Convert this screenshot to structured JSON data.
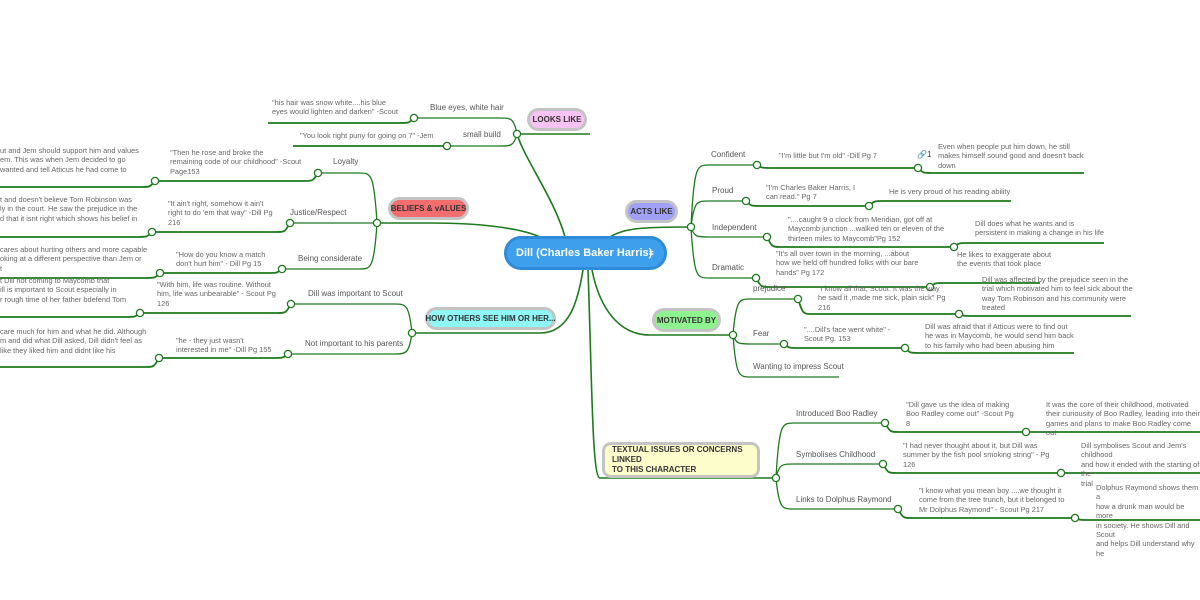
{
  "central": {
    "title": "Dill (Charles Baker Harris)",
    "icon": "note-icon"
  },
  "colors": {
    "line": "#1d7a1d",
    "central": "#3ea0ec",
    "looks": "#f6c3f2",
    "beliefs": "#f26d6d",
    "others": "#8ff6f6",
    "acts": "#a0a0f6",
    "motivated": "#8ef38e",
    "textual": "#fdfccb"
  },
  "topics": {
    "looks_like": {
      "label": "LOOKS LIKE",
      "branches": [
        {
          "label": "Blue eyes, white hair",
          "quote": "\"his hair was snow white....his blue\neyes would lighten and darken\" -Scout"
        },
        {
          "label": "small build",
          "quote": "\"You look right puny for going on 7\" -Jem"
        }
      ]
    },
    "beliefs": {
      "label": "BELIEFS & vALUES",
      "branches": [
        {
          "label": "Loyalty",
          "quote": "\"Then he rose and broke the\nremaining code of our childhood\" -Scout\nPage153",
          "note": "ut and Jem should support him and values\nem. This was when Jem decided to go\nwanted and tell Atticus he had come to"
        },
        {
          "label": "Justice/Respect",
          "quote": "\"It ain't right, somehow it ain't\nright to do 'em that way\" -Dill Pg\n216",
          "note": "t and doesn't believe Tom Robinson was\nly in the court. He saw the prejudice in the\nd that it isnt right which shows his belief in"
        },
        {
          "label": "Being considerate",
          "quote": "\"How do you know a match\ndon't hurt him\" - Dill Pg 15",
          "note": "cares about hurting others and more capable\noking at a different perspective than Jem or\nt"
        }
      ]
    },
    "others": {
      "label": "HOW OTHERS SEE HIM OR HER...",
      "branches": [
        {
          "label": "Dill was important to Scout",
          "quote": "\"With him, life was routine. Without\nhim, life was unbearable\" - Scout Pg\n126",
          "note": "t Dill not coming to Maycomb that\nill is important to Scout especially in\nr rough time of her father bdefend Tom"
        },
        {
          "label": "Not important to his parents",
          "quote": "\"he - they just wasn't\ninterested in me\" -Dill Pg 155",
          "note": "care much for him and what he did. Although\nm and did what Dill asked, Dill didn't feel as\nlike they liked him and didnt like his"
        }
      ]
    },
    "acts_like": {
      "label": "ACTS LIKE",
      "branches": [
        {
          "label": "Confident",
          "quote": "\"I'm little but I'm old\" -Dill Pg 7",
          "link_count": "1",
          "note": "Even when people put him down, he still\nmakes himself sound good and doesn't back\ndown"
        },
        {
          "label": "Proud",
          "quote": "\"I'm Charles Baker Harris, I\ncan read.\" Pg 7",
          "note": "He is very proud of his reading ability"
        },
        {
          "label": "Independent",
          "quote": "\"....caught 9 o clock from Meridian, got off at\nMaycomb junction ...walked ten or eleven of the\nthirteen miles to Maycomb\"Pg 152",
          "note": "Dill does what he wants and is\npersistent in making a change in his life"
        },
        {
          "label": "Dramatic",
          "quote": "\"It's all over town in the morning, ...about\nhow we held off hundred folks with our bare\nhands\" Pg 172",
          "note": "He likes to exaggerate about\nthe events that took place"
        }
      ]
    },
    "motivated_by": {
      "label": "MOTIVATED BY",
      "branches": [
        {
          "label": "prejudice",
          "quote": "\"I know all that, Scout. It was the way\nhe said it ,made me sick, plain sick\" Pg\n216",
          "note": "Dill was affected by the prejudice seen in the\ntrial which motivated him to feel sick about the\nway Tom Robinson and his community were\ntreated"
        },
        {
          "label": "Fear",
          "quote": "\"....Dill's face went white\" -\nScout Pg. 153",
          "note": "Dill was afraid that if Atticus were to find out\nhe was in Maycomb, he would send him back\nto his family who had been abusing him"
        },
        {
          "label": "Wanting to impress Scout"
        }
      ]
    },
    "textual": {
      "label": "TEXTUAL ISSUES OR CONCERNS LINKED\nTO THIS CHARACTER",
      "branches": [
        {
          "label": "Introduced Boo Radley",
          "quote": "\"Dill gave us the idea of making\nBoo Radley come out\" -Scout Pg\n8",
          "note": "It was the core of their childhood, motivated\ntheir curiousity of Boo Radley, leading into their\ngames and plans to make Boo Radley come out"
        },
        {
          "label": "Symbolises Childhood",
          "quote": "\"I had never thought about it, but Dill was\nsummer by the fish pool smoking string\" - Pg\n126",
          "note": "Dill symbolises Scout and Jem's childhood\nand how it ended with the starting of the\ntrial"
        },
        {
          "label": "Links to Dolphus Raymond",
          "quote": "\"I know what you mean boy ....we thought it\ncome from the tree trunch, but it belonged to\nMr Dolphus Raymond\" - Scout Pg 217",
          "note": "Dolphus Raymond shows them a\nhow a drunk man would be more\nin society. He shows Dill and Scout\nand helps Dill understand why he"
        }
      ]
    }
  }
}
